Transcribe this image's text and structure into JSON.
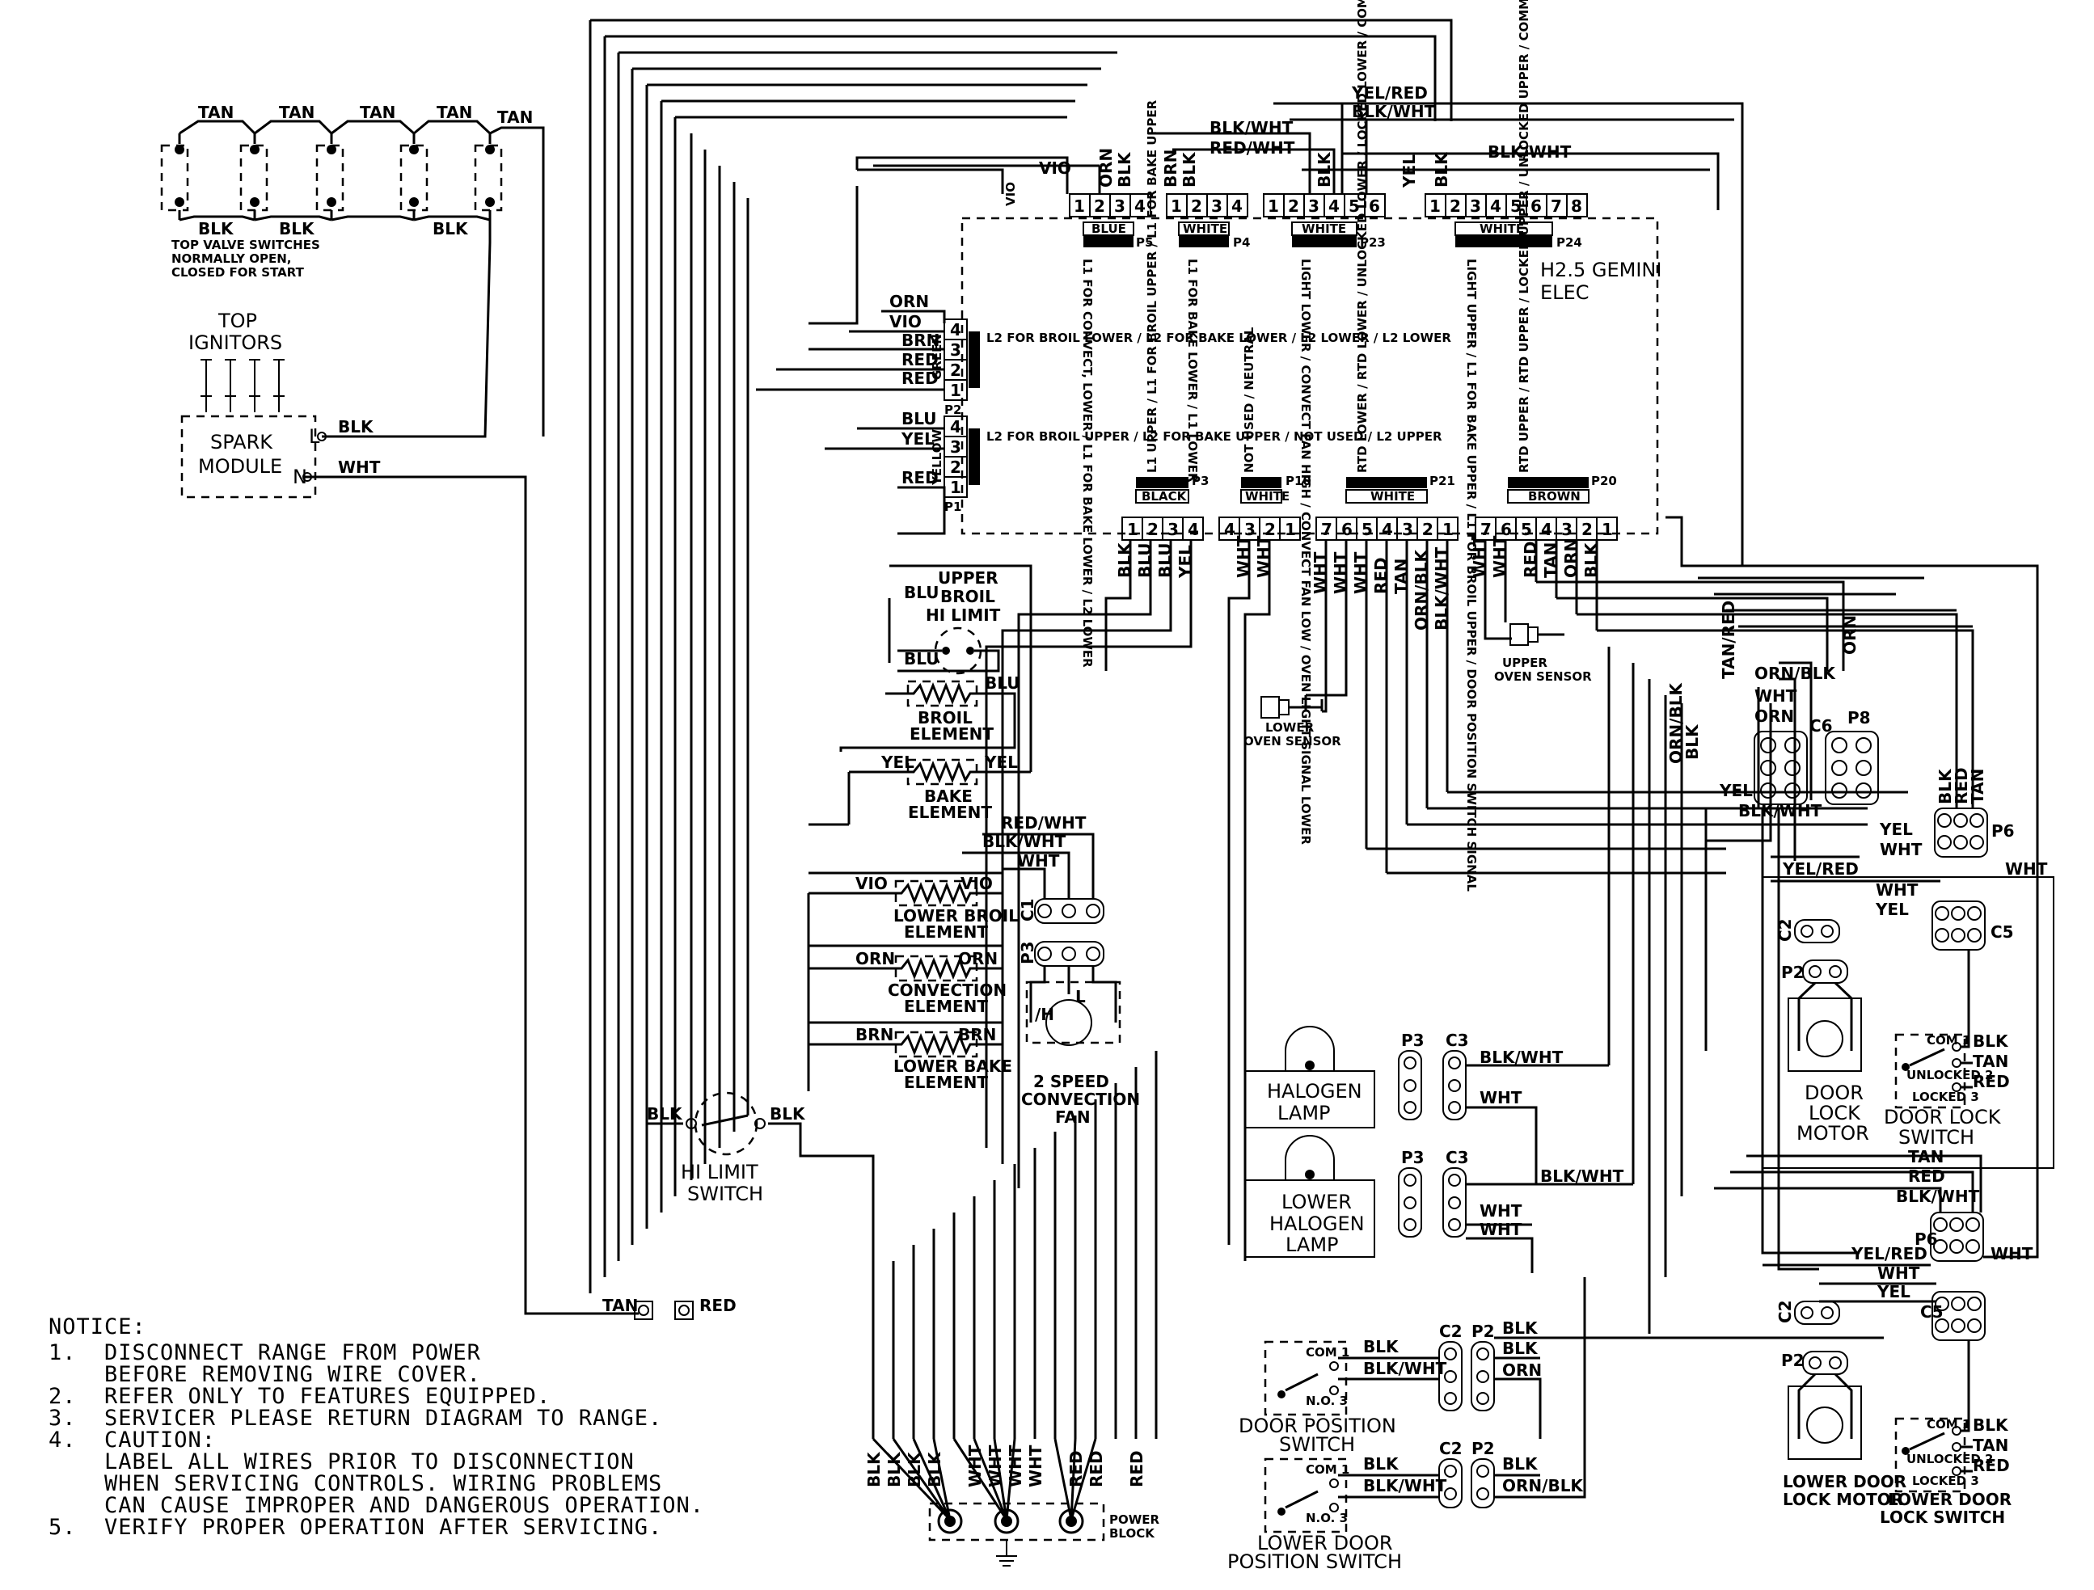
{
  "controller": {
    "title": "H2.5 GEMINI",
    "subtitle": "ELEC"
  },
  "connectors_top": [
    {
      "id": "P5",
      "color": "BLUE",
      "pins": [
        "1",
        "2",
        "3",
        "4"
      ],
      "wires": [
        "VIO",
        "ORN",
        "BLK"
      ],
      "functions": "L1 FOR CONVECT, LOWER / L1 FOR BAKE LOWER / L2 LOWER"
    },
    {
      "id": "P4",
      "color": "WHITE",
      "pins": [
        "1",
        "2",
        "3",
        "4"
      ],
      "wires": [
        "BRN",
        "BLK"
      ],
      "functions": "L1 FOR BAKE LOWER / L1 LOWER"
    },
    {
      "id": "P23",
      "color": "WHITE",
      "pins": [
        "1",
        "2",
        "3",
        "4",
        "5",
        "6"
      ],
      "wires": [
        "BLK"
      ],
      "functions": "LIGHT LOWER / CONVECT FAN HIGH / CONVECT FAN LOW / OVEN LIGHT SIGNAL LOWER"
    },
    {
      "id": "P24",
      "color": "WHITE",
      "pins": [
        "1",
        "2",
        "3",
        "4",
        "5",
        "6",
        "7",
        "8"
      ],
      "wires": [
        "YEL",
        "BLK"
      ],
      "functions": "LIGHT UPPER / L1 FOR BAKE UPPER / L1 FOR BROIL UPPER / DOOR POSITION SWITCH SIGNAL"
    }
  ],
  "connectors_left": [
    {
      "id": "P2",
      "color": "GREEN",
      "pins": [
        "4",
        "3",
        "2",
        "1"
      ],
      "wires": [
        "ORN",
        "VIO",
        "BRN",
        "RED",
        "RED"
      ],
      "functions": "L2 FOR BROIL LOWER / L2 FOR BAKE LOWER / L2 LOWER / L2 LOWER"
    },
    {
      "id": "P1",
      "color": "YELLOW",
      "pins": [
        "4",
        "3",
        "2",
        "1"
      ],
      "wires": [
        "BLU",
        "YEL",
        "RED"
      ],
      "functions": "L2 FOR BROIL UPPER / L2 FOR BAKE UPPER / NOT USED / L2 UPPER"
    }
  ],
  "connectors_bottom": [
    {
      "id": "P3",
      "color": "BLACK",
      "pins": [
        "1",
        "2",
        "3",
        "4"
      ],
      "wires": [
        "BLK",
        "BLU",
        "BLU",
        "YEL"
      ],
      "functions": "L1 UPPER / L1 FOR BROIL UPPER / L1 FOR BAKE UPPER"
    },
    {
      "id": "P10",
      "color": "WHITE",
      "pins": [
        "4",
        "3",
        "2",
        "1"
      ],
      "wires": [
        "WHT",
        "WHT"
      ],
      "functions": "NOT USED / NEUTRAL"
    },
    {
      "id": "P21",
      "color": "WHITE",
      "pins": [
        "7",
        "6",
        "5",
        "4",
        "3",
        "2",
        "1"
      ],
      "wires": [
        "WHT",
        "WHT",
        "WHT",
        "RED",
        "TAN",
        "ORN/BLK",
        "BLK/WHT"
      ],
      "functions": "RTD LOWER / RTD LOWER / UNLOCKED LOWER / LOCKED LOWER / COMMON LOWER"
    },
    {
      "id": "P20",
      "color": "BROWN",
      "pins": [
        "7",
        "6",
        "5",
        "4",
        "3",
        "2",
        "1"
      ],
      "wires": [
        "WHT",
        "WHT",
        "RED",
        "TAN",
        "ORN",
        "BLK"
      ],
      "functions": "RTD UPPER / RTD UPPER / LOCKED UPPER / UNLOCKED UPPER / COMMON UPPER / DOOR SWITCH SIGNAL UPPER"
    }
  ],
  "top_labels": {
    "yel_red": "YEL/RED",
    "blk_wht_1": "BLK/WHT",
    "blk_wht_2": "BLK/WHT",
    "red_wht": "RED/WHT",
    "blk_wht_3": "BLK/WHT",
    "vio": "VIO"
  },
  "valve_switches": {
    "tan": [
      "TAN",
      "TAN",
      "TAN",
      "TAN",
      "TAN"
    ],
    "blk": [
      "BLK",
      "BLK",
      "BLK"
    ],
    "caption": [
      "TOP VALVE SWITCHES",
      "NORMALLY OPEN,",
      "CLOSED FOR START"
    ]
  },
  "ignitors": {
    "title1": "TOP",
    "title2": "IGNITORS"
  },
  "spark_module": {
    "line1": "SPARK",
    "line2": "MODULE",
    "l": "L",
    "n": "N",
    "blk": "BLK",
    "wht": "WHT"
  },
  "components": {
    "upper_broil_hi_limit": [
      "UPPER",
      "BROIL",
      "HI LIMIT"
    ],
    "broil_element": [
      "BROIL",
      "ELEMENT"
    ],
    "bake_element": [
      "BAKE",
      "ELEMENT"
    ],
    "lower_broil_element": [
      "LOWER BROIL",
      "ELEMENT"
    ],
    "convection_element": [
      "CONVECTION",
      "ELEMENT"
    ],
    "lower_bake_element": [
      "LOWER BAKE",
      "ELEMENT"
    ],
    "hi_limit_switch": [
      "HI LIMIT",
      "SWITCH"
    ],
    "convection_fan": [
      "2 SPEED",
      "CONVECTION",
      "FAN"
    ],
    "lower_oven_sensor": [
      "LOWER",
      "OVEN SENSOR"
    ],
    "upper_oven_sensor": [
      "UPPER",
      "OVEN SENSOR"
    ],
    "halogen_lamp": [
      "HALOGEN",
      "LAMP"
    ],
    "lower_halogen_lamp": [
      "LOWER",
      "HALOGEN",
      "LAMP"
    ],
    "door_position_switch": [
      "DOOR POSITION",
      "SWITCH"
    ],
    "lower_door_position_switch": [
      "LOWER DOOR",
      "POSITION SWITCH"
    ],
    "door_lock_motor": [
      "DOOR",
      "LOCK",
      "MOTOR"
    ],
    "door_lock_switch": [
      "DOOR LOCK",
      "SWITCH"
    ],
    "lower_door_lock_motor": [
      "LOWER DOOR",
      "LOCK MOTOR"
    ],
    "lower_door_lock_switch": [
      "LOWER DOOR",
      "LOCK SWITCH"
    ],
    "power_block": [
      "POWER",
      "BLOCK"
    ]
  },
  "wire_labels": {
    "blu": "BLU",
    "yel": "YEL",
    "red": "RED",
    "blk": "BLK",
    "wht": "WHT",
    "vio": "VIO",
    "orn": "ORN",
    "brn": "BRN",
    "tan": "TAN",
    "red_wht": "RED/WHT",
    "blk_wht": "BLK/WHT",
    "orn_blk": "ORN/BLK",
    "yel_red": "YEL/RED",
    "tan_red": "TAN/RED"
  },
  "plug_ids": {
    "c1": "C1",
    "p3": "P3",
    "c3": "C3",
    "c2": "C2",
    "p2": "P2",
    "c6": "C6",
    "p6": "P6",
    "c5": "C5",
    "p8": "P8"
  },
  "switch_pins": {
    "com": "COM 1",
    "no": "N.O. 3",
    "unlocked": "UNLOCKED 2",
    "locked": "LOCKED 3"
  },
  "power_block_wires": [
    "BLK",
    "BLK",
    "BLK",
    "BLK",
    "WHT",
    "WHT",
    "WHT",
    "WHT",
    "RED",
    "RED",
    "RED"
  ],
  "notice": [
    "NOTICE:",
    "1.  DISCONNECT RANGE FROM POWER",
    "    BEFORE REMOVING WIRE COVER.",
    "2.  REFER ONLY TO FEATURES EQUIPPED.",
    "3.  SERVICER PLEASE RETURN DIAGRAM TO RANGE.",
    "4.  CAUTION:",
    "    LABEL ALL WIRES PRIOR TO DISCONNECTION",
    "    WHEN SERVICING CONTROLS. WIRING PROBLEMS",
    "    CAN CAUSE IMPROPER AND DANGEROUS OPERATION.",
    "5.  VERIFY PROPER OPERATION AFTER SERVICING."
  ]
}
